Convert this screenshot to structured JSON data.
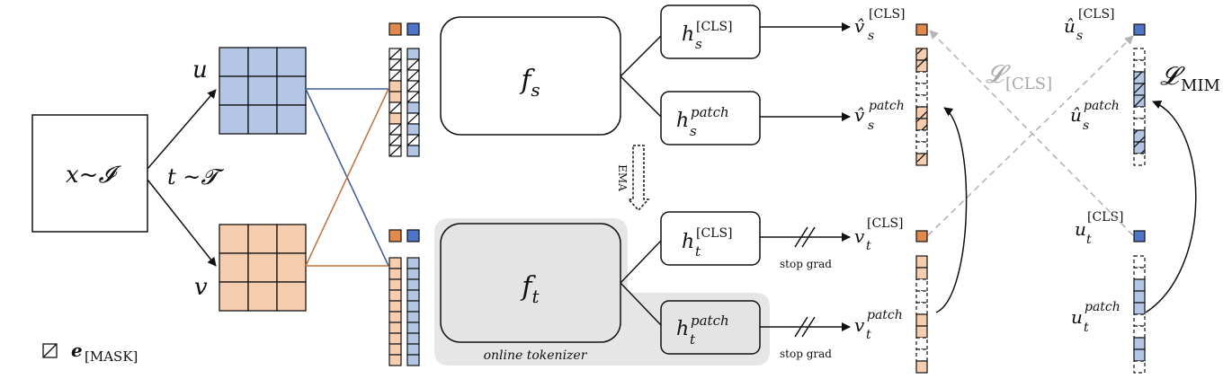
{
  "input_box": {
    "x_label": "x",
    "sep": "~",
    "dist_label": "𝓘"
  },
  "aug_label": {
    "t": "t",
    "sep": " ~",
    "dist": "𝓣"
  },
  "views": {
    "u": "u",
    "v": "v"
  },
  "legend": {
    "mask": "e",
    "mask_sub": "[MASK]"
  },
  "student": {
    "label": "f",
    "sub": "s"
  },
  "teacher": {
    "label": "f",
    "sub": "t"
  },
  "tokenizer_caption": "online tokenizer",
  "ema_label": "EMA",
  "heads": {
    "s_cls": {
      "h": "h",
      "sup": "[CLS]",
      "sub": "s"
    },
    "s_patch": {
      "h": "h",
      "sup": "patch",
      "sub": "s"
    },
    "t_cls": {
      "h": "h",
      "sup": "[CLS]",
      "sub": "t"
    },
    "t_patch": {
      "h": "h",
      "sup": "patch",
      "sub": "t"
    }
  },
  "outputs": {
    "vs_cls": {
      "base": "v̂",
      "sup": "[CLS]",
      "sub": "s"
    },
    "vs_patch": {
      "base": "v̂",
      "sup": "patch",
      "sub": "s"
    },
    "vt_cls": {
      "base": "v",
      "sup": "[CLS]",
      "sub": "t"
    },
    "vt_patch": {
      "base": "v",
      "sup": "patch",
      "sub": "t"
    },
    "us_cls": {
      "base": "û",
      "sup": "[CLS]",
      "sub": "s"
    },
    "us_patch": {
      "base": "û",
      "sup": "patch",
      "sub": "s"
    },
    "ut_cls": {
      "base": "u",
      "sup": "[CLS]",
      "sub": "t"
    },
    "ut_patch": {
      "base": "u",
      "sup": "patch",
      "sub": "t"
    }
  },
  "stop_grad": "stop grad",
  "losses": {
    "cls": {
      "L": "𝓛",
      "sub": "[CLS]"
    },
    "mim": {
      "L": "𝓛",
      "sub": "MIM"
    }
  },
  "colors": {
    "orange_token": "#e08a4e",
    "blue_token": "#4f76c6",
    "orange_patch": "#f7cdb0",
    "blue_patch": "#b4c6e6",
    "orange_line": "#c0703a",
    "blue_line": "#3b5a9a",
    "tokenizer_bg": "#e6e6e6",
    "dashed_grey": "#b4b4b4"
  }
}
